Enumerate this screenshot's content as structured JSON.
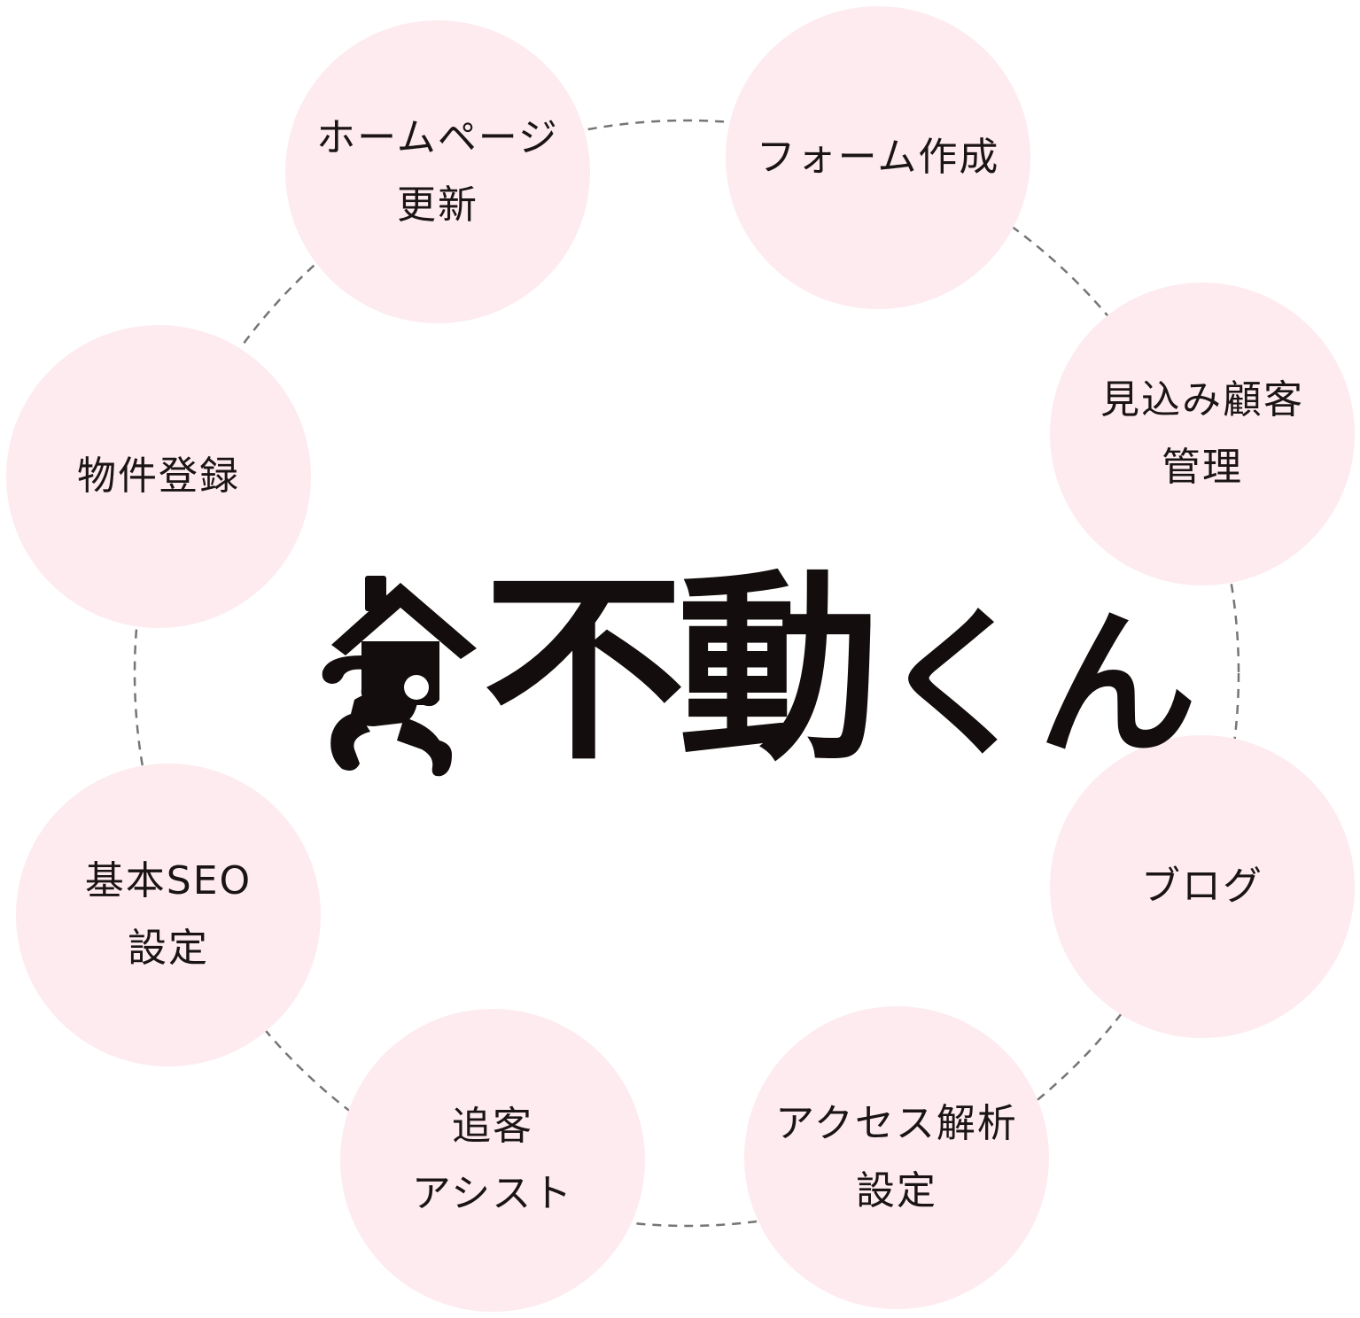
{
  "colors": {
    "circle_fill": "#fdebef",
    "ring_dash": "#757575",
    "text": "#1a1414",
    "logo": "#130d0d"
  },
  "logo": {
    "name": "不動",
    "suffix": "くん",
    "mark_icon": "running-house-icon"
  },
  "features": [
    {
      "id": "homepage",
      "lines": [
        "ホームページ",
        "更新"
      ]
    },
    {
      "id": "form",
      "lines": [
        "フォーム作成"
      ]
    },
    {
      "id": "leads",
      "lines": [
        "見込み顧客",
        "管理"
      ]
    },
    {
      "id": "blog",
      "lines": [
        "ブログ"
      ]
    },
    {
      "id": "access",
      "lines": [
        "アクセス解析",
        "設定"
      ]
    },
    {
      "id": "assist",
      "lines": [
        "追客",
        "アシスト"
      ]
    },
    {
      "id": "seo",
      "lines": [
        "基本SEO",
        "設定"
      ]
    },
    {
      "id": "property",
      "lines": [
        "物件登録"
      ]
    }
  ]
}
